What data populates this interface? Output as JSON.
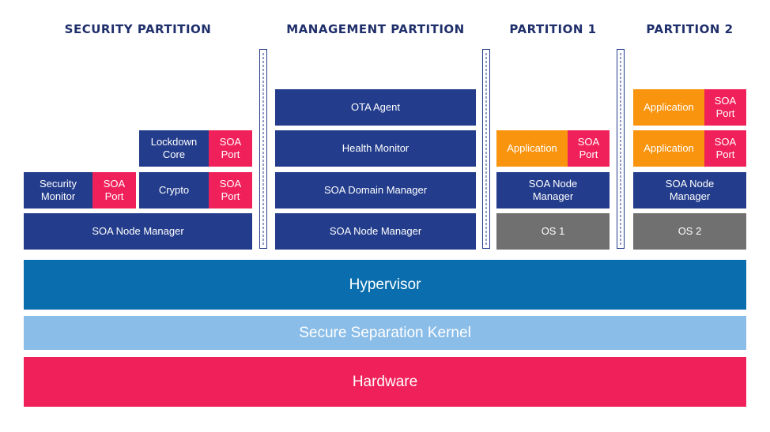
{
  "headers": {
    "security": "SECURITY PARTITION",
    "management": "MANAGEMENT PARTITION",
    "partition1": "PARTITION 1",
    "partition2": "PARTITION 2"
  },
  "security": {
    "lockdown_core": "Lockdown\nCore",
    "lockdown_port": "SOA\nPort",
    "security_monitor": "Security\nMonitor",
    "security_monitor_port": "SOA\nPort",
    "crypto": "Crypto",
    "crypto_port": "SOA\nPort",
    "node_manager": "SOA Node Manager"
  },
  "management": {
    "ota_agent": "OTA Agent",
    "health_monitor": "Health Monitor",
    "domain_manager": "SOA Domain Manager",
    "node_manager": "SOA Node Manager"
  },
  "partition1": {
    "application": "Application",
    "application_port": "SOA\nPort",
    "node_manager": "SOA Node\nManager",
    "os": "OS 1"
  },
  "partition2": {
    "application_top": "Application",
    "application_top_port": "SOA\nPort",
    "application_mid": "Application",
    "application_mid_port": "SOA\nPort",
    "node_manager": "SOA Node\nManager",
    "os": "OS 2"
  },
  "layers": {
    "hypervisor": "Hypervisor",
    "kernel": "Secure Separation Kernel",
    "hardware": "Hardware"
  },
  "colors": {
    "navy": "#233d8c",
    "soa_port": "#f0215a",
    "application": "#f9940f",
    "os": "#707070",
    "hypervisor": "#0a6eae",
    "kernel": "#8abde8",
    "hardware": "#f0215a"
  }
}
